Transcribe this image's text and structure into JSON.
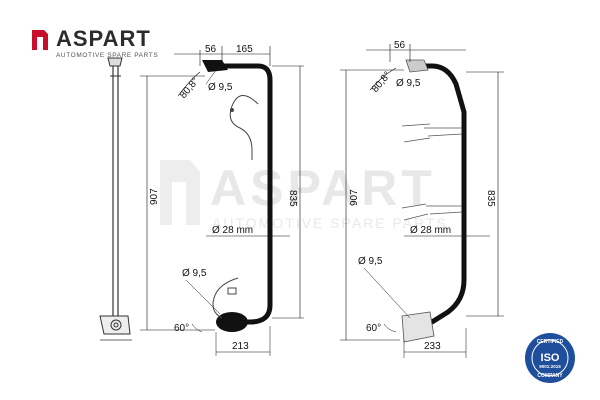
{
  "brand": {
    "name": "ASPART",
    "tagline": "AUTOMOTIVE SPARE PARTS",
    "color": "#c8102e"
  },
  "watermark": {
    "name": "ASPART",
    "tagline": "AUTOMOTIVE SPARE PARTS"
  },
  "left_drawing": {
    "dim_top_a": "56",
    "dim_top_b": "165",
    "angle_top": "80,8°",
    "dia_top": "Ø 9,5",
    "height_left": "907",
    "height_right": "835",
    "tube_dia": "Ø 28 mm",
    "dia_bottom": "Ø 9,5",
    "angle_bottom": "60°",
    "width_bottom": "213"
  },
  "right_drawing": {
    "dim_top_a": "56",
    "angle_top": "80,8°",
    "dia_top": "Ø 9,5",
    "height_left": "907",
    "height_right": "835",
    "tube_dia": "Ø 28 mm",
    "dia_bottom": "Ø 9,5",
    "angle_bottom": "60°",
    "width_bottom": "233"
  },
  "iso_badge": {
    "top": "CERTIFIED",
    "middle": "ISO",
    "standard": "9001:2015",
    "bottom": "COMPANY",
    "color": "#1f4e9c"
  }
}
